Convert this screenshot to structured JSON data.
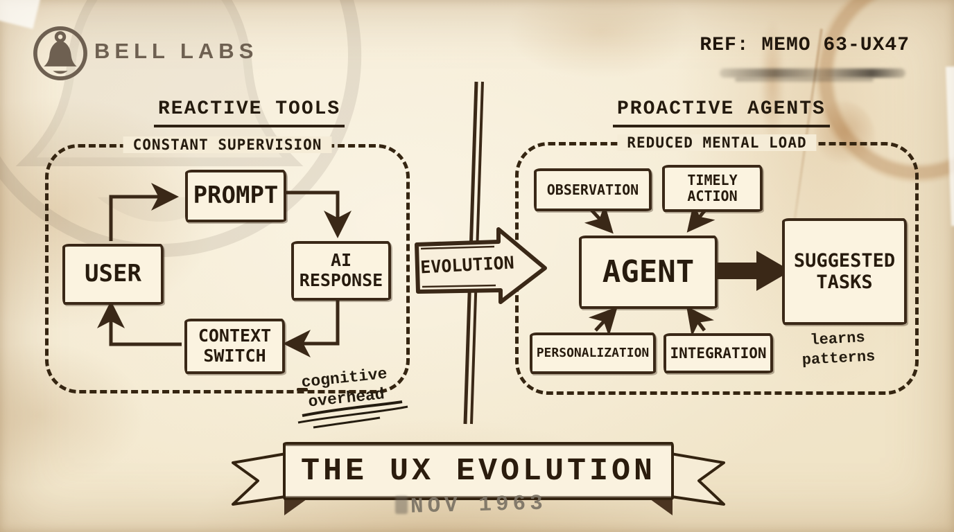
{
  "header": {
    "brand": "BELL LABS",
    "ref_label": "REF: MEMO 63-UX47"
  },
  "left_panel": {
    "title": "REACTIVE TOOLS",
    "boundary_label": "CONSTANT SUPERVISION",
    "nodes": {
      "user": "USER",
      "prompt": "PROMPT",
      "ai_response": "AI\nRESPONSE",
      "context_switch": "CONTEXT\nSWITCH"
    },
    "annotation": "cognitive\noverhead"
  },
  "center": {
    "evolution_label": "EVOLUTION"
  },
  "right_panel": {
    "title": "PROACTIVE AGENTS",
    "boundary_label": "REDUCED MENTAL LOAD",
    "nodes": {
      "observation": "OBSERVATION",
      "timely_action": "TIMELY\nACTION",
      "agent": "AGENT",
      "personalization": "PERSONALIZATION",
      "integration": "INTEGRATION",
      "suggested_tasks": "SUGGESTED\nTASKS"
    },
    "annotation": "learns\npatterns"
  },
  "footer": {
    "banner_title": "THE UX EVOLUTION",
    "date_stamp": "NOV 1963"
  },
  "colors": {
    "paper": "#f5ecd7",
    "ink": "#3a2817",
    "logo_brown": "#6e6051",
    "stain_brown": "#b98a5a",
    "stamp_gray": "#7b7365"
  }
}
